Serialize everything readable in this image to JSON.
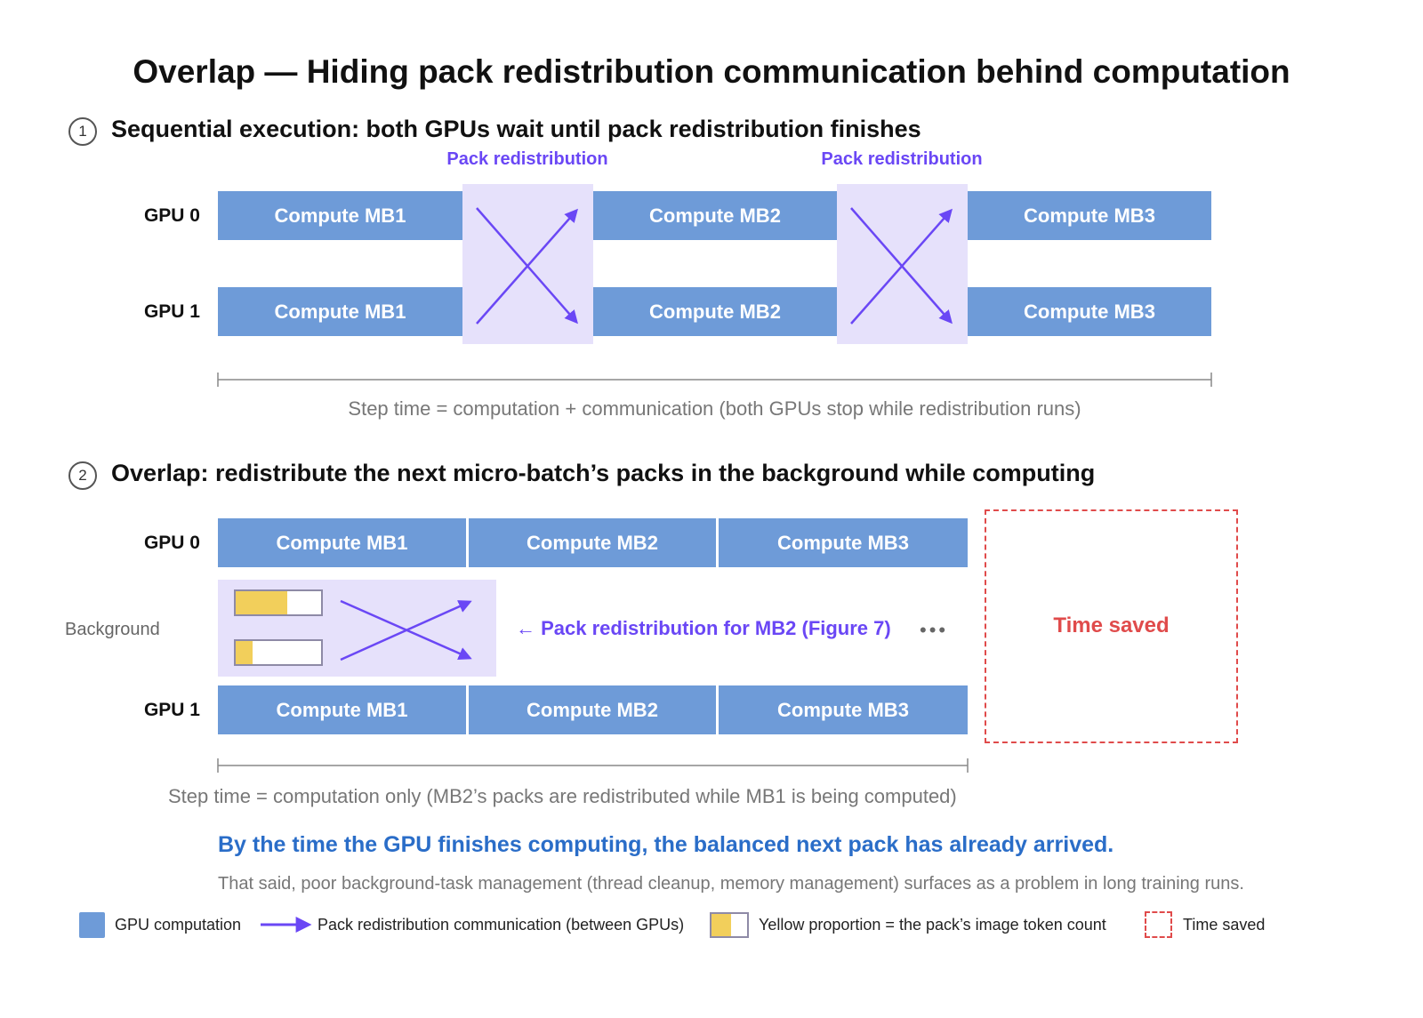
{
  "title": "Overlap — Hiding pack redistribution communication behind computation",
  "section1": {
    "number": "1",
    "heading": "Sequential execution: both GPUs wait until pack redistribution finishes",
    "comm_label_1": "Pack redistribution",
    "comm_label_2": "Pack redistribution",
    "gpu0_label": "GPU 0",
    "gpu1_label": "GPU 1",
    "gpu0_bars": [
      "Compute MB1",
      "Compute MB2",
      "Compute MB3"
    ],
    "gpu1_bars": [
      "Compute MB1",
      "Compute MB2",
      "Compute MB3"
    ],
    "caption": "Step time = computation + communication (both GPUs stop while redistribution runs)"
  },
  "section2": {
    "number": "2",
    "heading": "Overlap: redistribute the next micro-batch’s packs in the background while computing",
    "gpu0_label": "GPU 0",
    "gpu1_label": "GPU 1",
    "background_label": "Background",
    "gpu0_bars": [
      "Compute MB1",
      "Compute MB2",
      "Compute MB3"
    ],
    "gpu1_bars": [
      "Compute MB1",
      "Compute MB2",
      "Compute MB3"
    ],
    "pack_fill_fractions": [
      0.6,
      0.2
    ],
    "arrow_text": "← Pack redistribution for MB2 (Figure 7)",
    "dots": "•••",
    "time_saved_label": "Time saved",
    "caption": "Step time = computation only (MB2’s packs are redistributed while MB1 is being computed)"
  },
  "headline": "By the time the GPU finishes computing, the balanced next pack has already arrived.",
  "note": "That said, poor background-task management (thread cleanup, memory management) surfaces as a problem in long training runs.",
  "legend": {
    "compute": "GPU computation",
    "comm": "Pack redistribution communication (between GPUs)",
    "yellow": "Yellow proportion = the pack’s image token count",
    "saved": "Time saved"
  },
  "colors": {
    "compute": "#6e9bd8",
    "comm_bg": "#e6e1fb",
    "comm_arrow": "#6a47f5",
    "token_yellow": "#f2cf5b",
    "saved": "#e04b4b",
    "headline": "#2a6dc8"
  }
}
